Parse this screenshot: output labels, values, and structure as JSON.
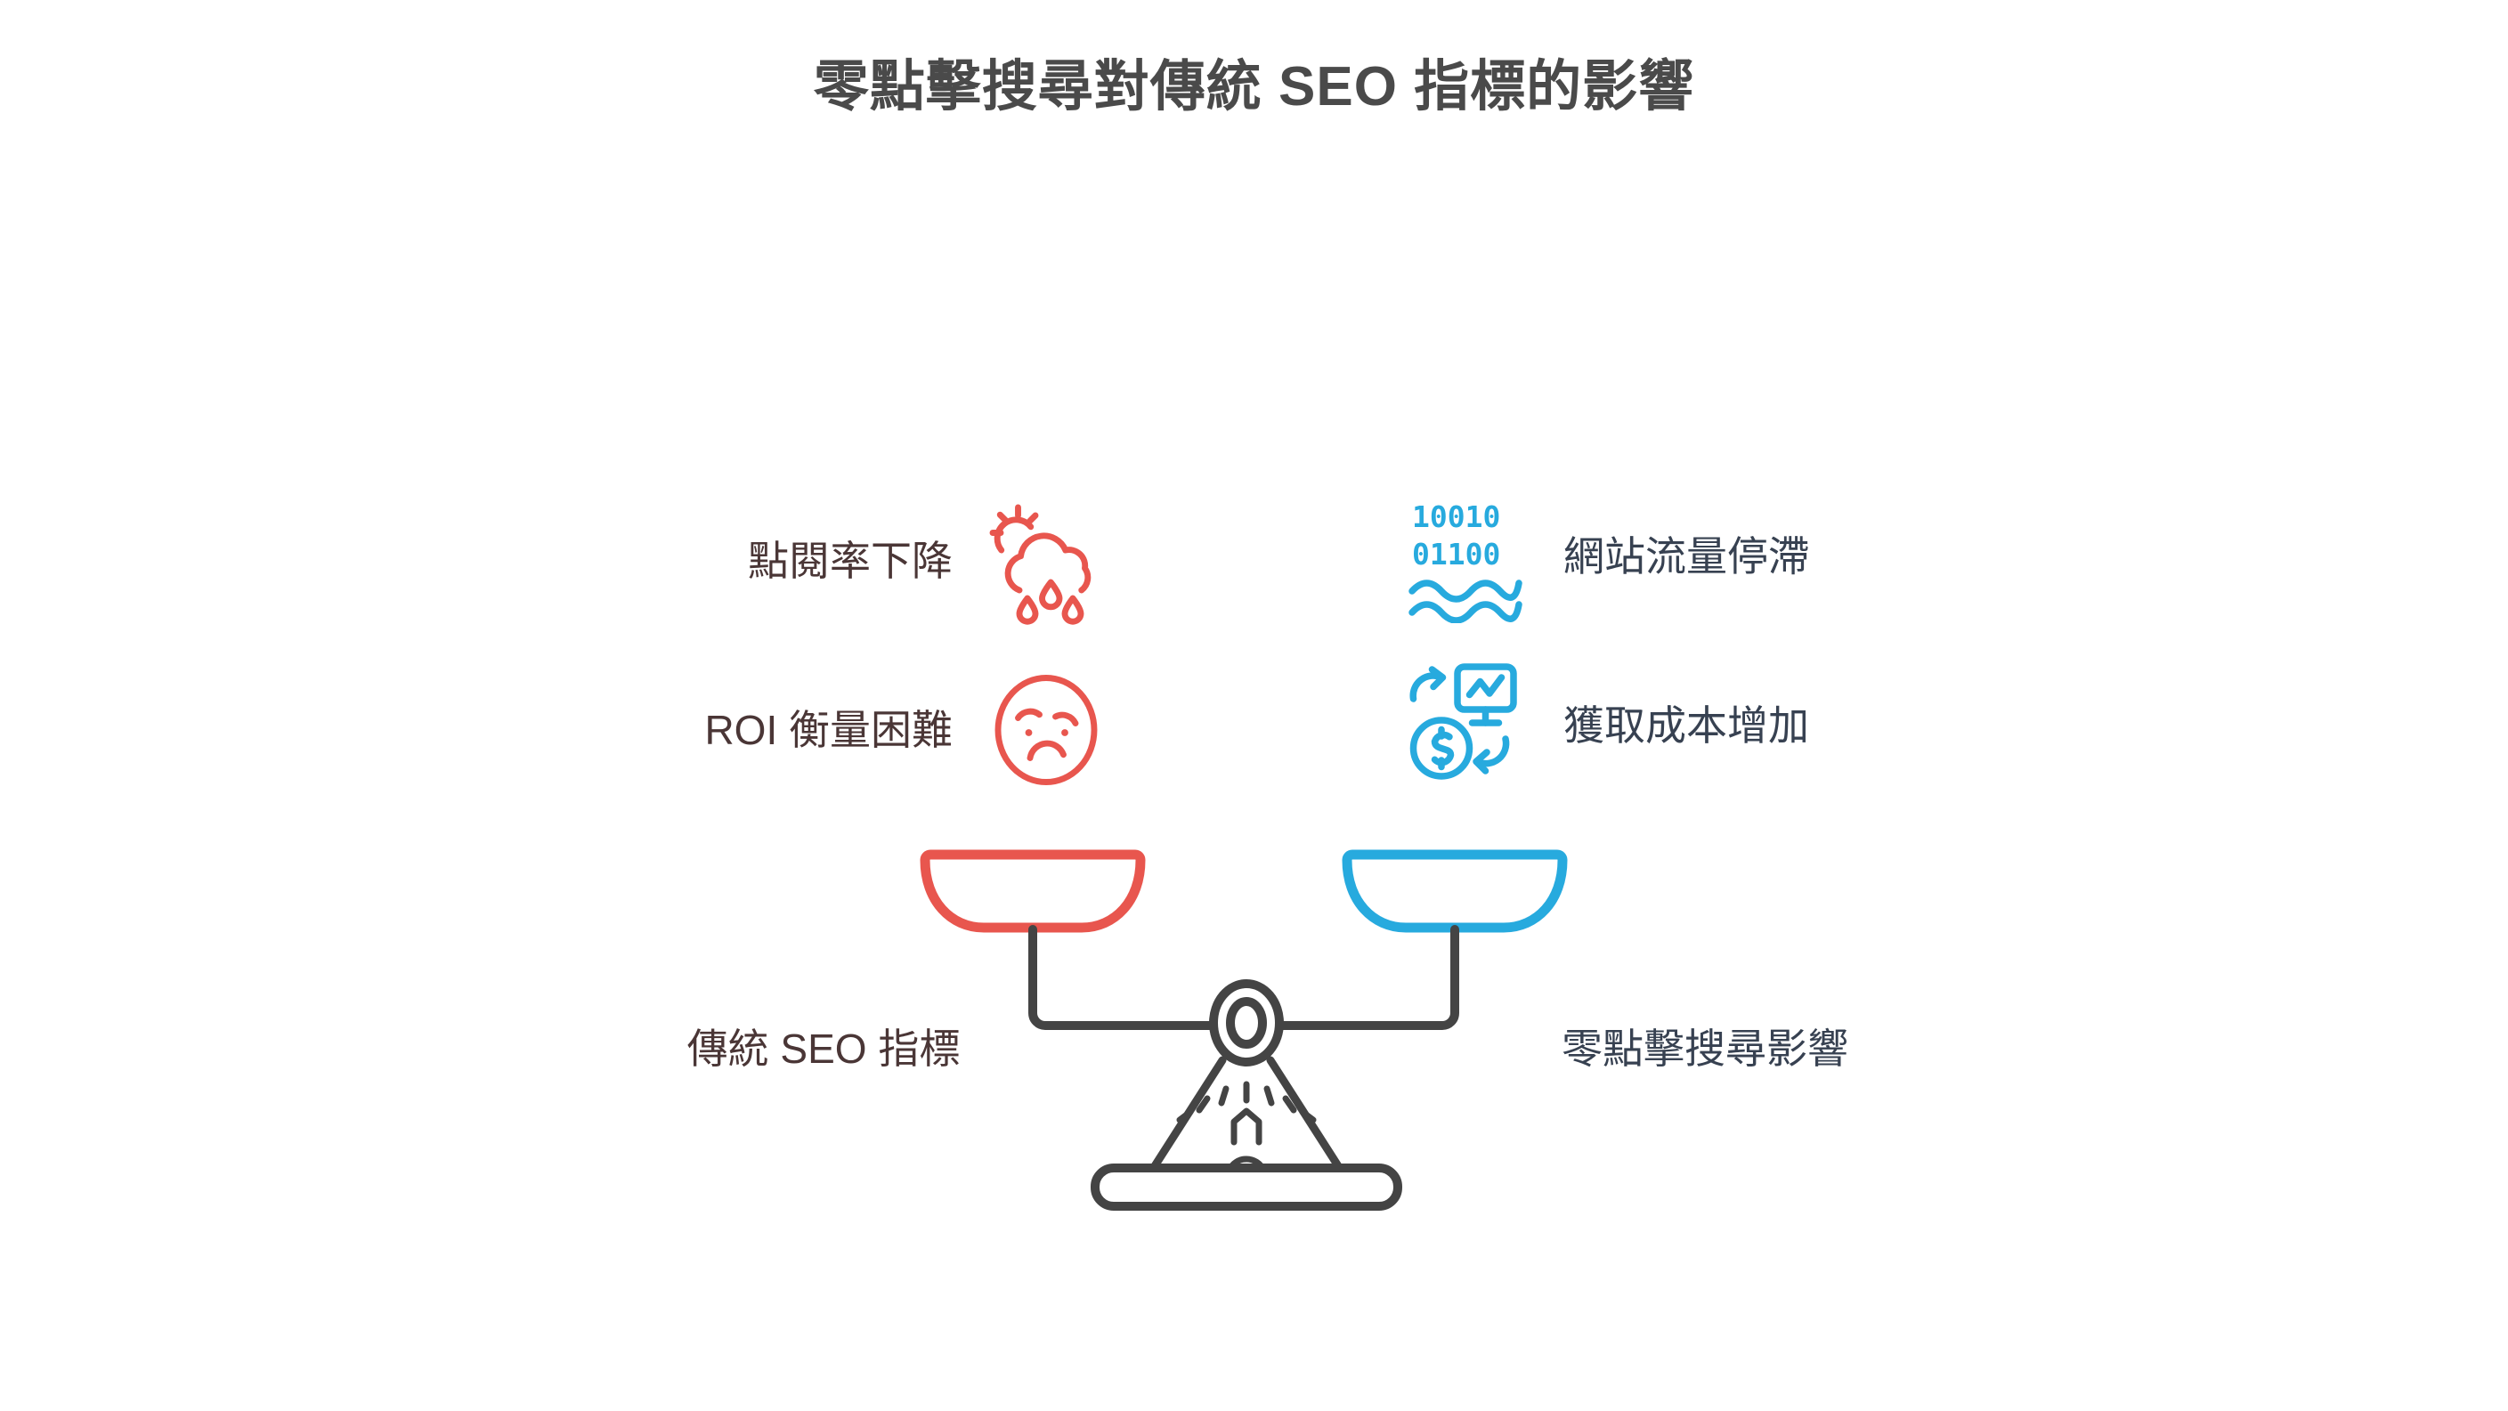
{
  "page": {
    "title": "零點擊搜尋對傳統 SEO 指標的影響",
    "background_color": "#ffffff"
  },
  "colors": {
    "title": "#4a4a4a",
    "left_accent": "#e8564e",
    "right_accent": "#27aade",
    "left_text": "#4a3636",
    "right_text": "#374151",
    "scale_stroke": "#444444"
  },
  "left_side": {
    "caption": "傳統 SEO 指標",
    "accent": "#e8564e",
    "items": [
      {
        "label": "點閱率下降",
        "icon": "rain-cloud-sun-icon"
      },
      {
        "label": "ROI 衡量困難",
        "icon": "worried-face-icon"
      }
    ]
  },
  "right_side": {
    "caption": "零點擊搜尋影響",
    "accent": "#27aade",
    "items": [
      {
        "label": "網站流量停滯",
        "icon": "binary-waves-icon",
        "binary_row_1": "10010",
        "binary_row_2": "01100"
      },
      {
        "label": "獲取成本增加",
        "icon": "cost-cycle-monitor-icon"
      }
    ]
  },
  "scale": {
    "icon": "balance-scale-icon",
    "left_pan_color": "#e8564e",
    "right_pan_color": "#27aade",
    "frame_color": "#444444",
    "base_icon": "beacon-lamp-icon"
  }
}
